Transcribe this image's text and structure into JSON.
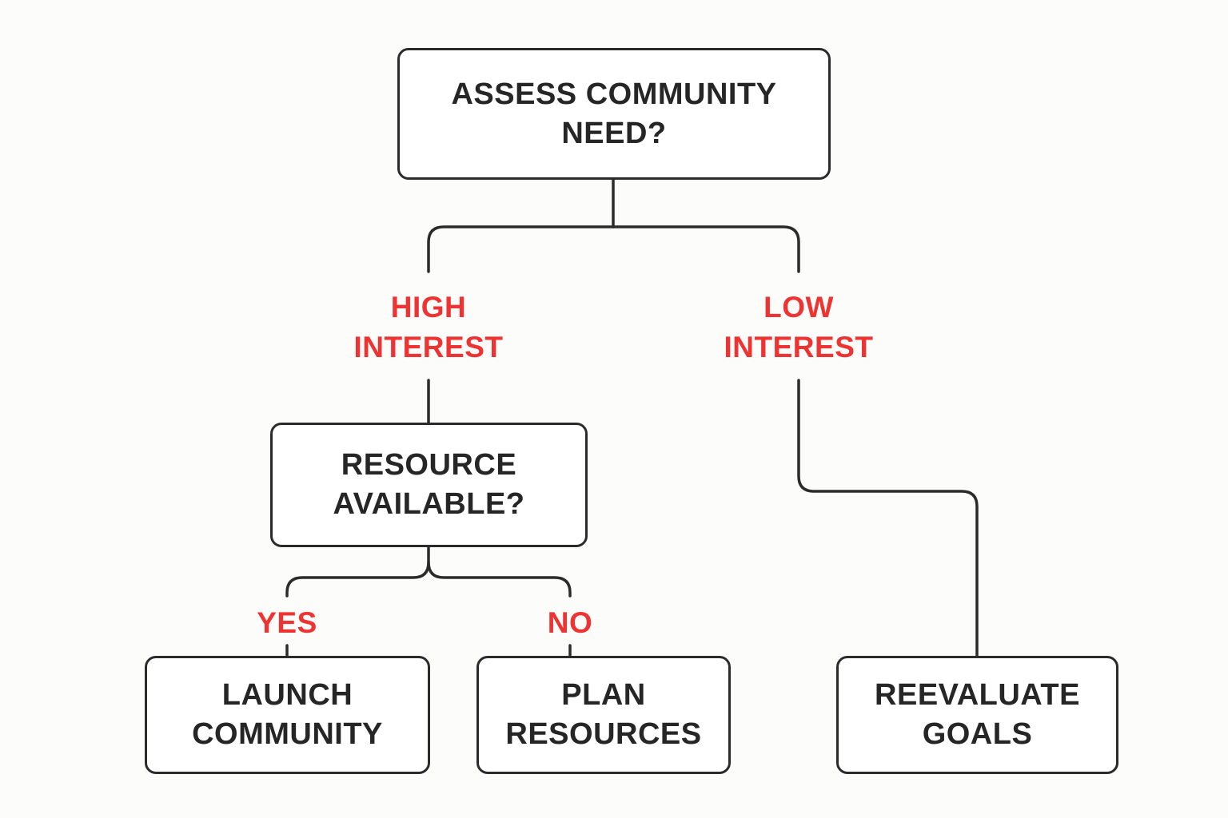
{
  "colors": {
    "box_border": "#2b2b2b",
    "box_text": "#262626",
    "branch_label": "#ee3333",
    "background": "#fcfcfb"
  },
  "nodes": {
    "root": {
      "line1": "ASSESS COMMUNITY",
      "line2": "NEED?"
    },
    "resource": {
      "line1": "RESOURCE",
      "line2": "AVAILABLE?"
    },
    "launch": {
      "line1": "LAUNCH",
      "line2": "COMMUNITY"
    },
    "plan": {
      "line1": "PLAN",
      "line2": "RESOURCES"
    },
    "reevaluate": {
      "line1": "REEVALUATE",
      "line2": "GOALS"
    }
  },
  "branches": {
    "high": {
      "line1": "HIGH",
      "line2": "INTEREST"
    },
    "low": {
      "line1": "LOW",
      "line2": "INTEREST"
    },
    "yes": {
      "label": "YES"
    },
    "no": {
      "label": "NO"
    }
  }
}
